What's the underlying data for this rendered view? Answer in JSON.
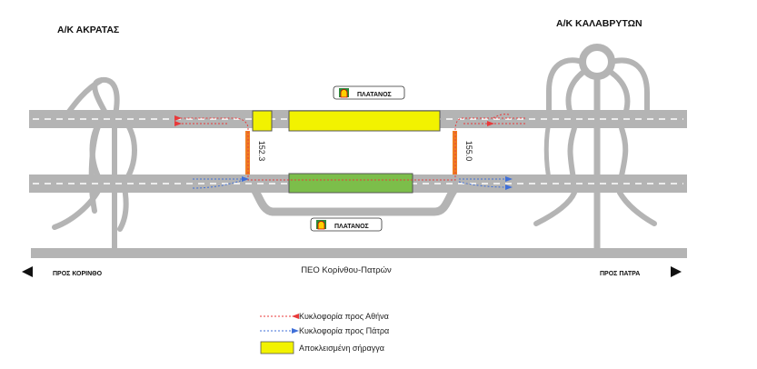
{
  "interchanges": {
    "west": "Α/Κ ΑΚΡΑΤΑΣ",
    "east": "Α/Κ ΚΑΛΑΒΡΥΤΩΝ"
  },
  "tunnels": {
    "north_label": "ΠΛΑΤΑΝΟΣ",
    "south_label": "ΠΛΑΤΑΝΟΣ"
  },
  "crossovers": {
    "west_km": "152.3",
    "east_km": "155.0"
  },
  "old_road": {
    "name": "ΠΕΟ Κορίνθου-Πατρών",
    "toward_west": "ΠΡΟΣ ΚΟΡΙΝΘΟ",
    "toward_east": "ΠΡΟΣ ΠΑΤΡΑ"
  },
  "legend": {
    "athens": "Κυκλοφορία προς Αθήνα",
    "patra": "Κυκλοφορία προς Πάτρα",
    "closed": "Αποκλεισμένη σήραγγα"
  },
  "colors": {
    "road": "#b4b4b4",
    "closed_tunnel": "#f2f200",
    "open_tunnel": "#7cbe4a",
    "crossover": "#ef7d22",
    "athens_traffic": "#e8393a",
    "patra_traffic": "#3f6fd8"
  }
}
